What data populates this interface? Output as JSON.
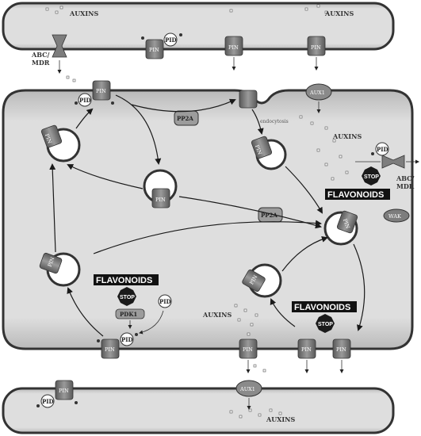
{
  "labels": {
    "auxins": "AUXINS",
    "abc_mdr": [
      "ABC/",
      "MDR"
    ],
    "pin": "PIN",
    "pid": "PID",
    "aux1": "AUX1",
    "pp2a": "PP2A",
    "endocytosis": "endocytosis",
    "flavonoids": "FLAVONOIDS",
    "stop": "STOP",
    "pdk1": "PDK1",
    "wak": "WAK"
  },
  "colors": {
    "cell_fill": "#d6d6d6",
    "membrane": "#3a3a3a",
    "protein": "#7d7d7d",
    "protein_dark": "#5f5f5f",
    "flavonoid_box": "#111111",
    "stop_sign": "#1a1a1a"
  }
}
